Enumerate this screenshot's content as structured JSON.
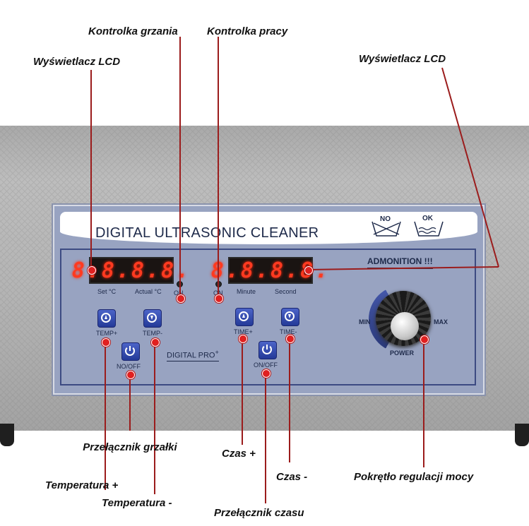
{
  "callouts": {
    "lcd_left": "Wyświetlacz LCD",
    "heating_indicator": "Kontrolka grzania",
    "work_indicator": "Kontrolka pracy",
    "lcd_right": "Wyświetlacz LCD",
    "heater_switch": "Przełącznik grzałki",
    "temp_plus": "Temperatura +",
    "temp_minus": "Temperatura -",
    "time_plus": "Czas +",
    "time_minus": "Czas -",
    "time_switch": "Przełącznik czasu",
    "power_knob": "Pokrętło regulacji mocy"
  },
  "panel": {
    "title": "DIGITAL ULTRASONIC CLEANER",
    "no_symbol": "NO",
    "ok_symbol": "OK",
    "admonition": "ADMONITION !!!",
    "temp_display": "8.8.8.8.",
    "time_display": "8.8.8.8.",
    "set_label": "Set  °C",
    "actual_label": "Actual °C",
    "heat_on": "ON",
    "work_on": "ON",
    "minute_label": "Minute",
    "second_label": "Second",
    "temp_plus_label": "TEMP+",
    "temp_minus_label": "TEMP-",
    "heater_onoff_label": "NO/OFF",
    "brand": "DIGITAL PRO",
    "brand_mark": "+",
    "time_plus_label": "TIME+",
    "time_minus_label": "TIME-",
    "time_onoff_label": "ON/OFF",
    "min_label": "MIN",
    "max_label": "MAX",
    "power_label": "POWER"
  },
  "colors": {
    "leader_line": "#9b1c1c",
    "marker": "#e02020",
    "panel_blue": "#98a3c1",
    "lcd_red": "#ff3a20",
    "button_blue": "#2f47a8"
  }
}
